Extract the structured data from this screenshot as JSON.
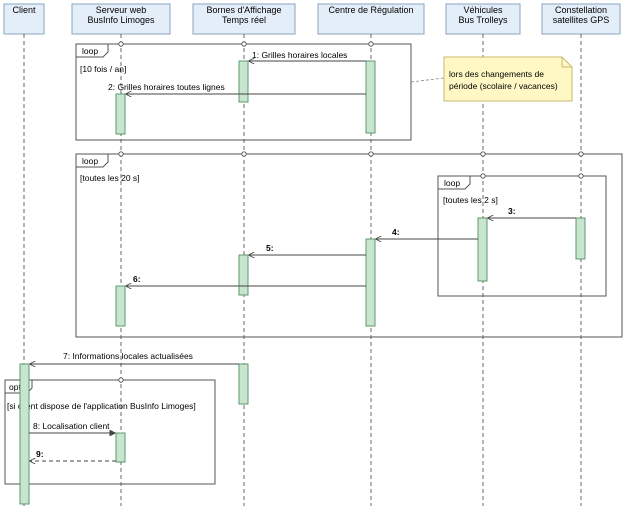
{
  "participants": [
    {
      "id": "client",
      "lines": [
        "Client"
      ]
    },
    {
      "id": "serveur",
      "lines": [
        "Serveur web",
        "BusInfo Limoges"
      ]
    },
    {
      "id": "bornes",
      "lines": [
        "Bornes d'Affichage",
        "Temps réel"
      ]
    },
    {
      "id": "centre",
      "lines": [
        "Centre de Régulation"
      ]
    },
    {
      "id": "vehicules",
      "lines": [
        "Véhicules",
        "Bus Trolleys"
      ]
    },
    {
      "id": "gps",
      "lines": [
        "Constellation",
        "satellites GPS"
      ]
    }
  ],
  "fragments": [
    {
      "id": "loop-1",
      "operator": "loop",
      "guard": "[10 fois / an]"
    },
    {
      "id": "loop-2",
      "operator": "loop",
      "guard": "[toutes les 20 s]"
    },
    {
      "id": "loop-3",
      "operator": "loop",
      "guard": "[toutes les 2 s]"
    },
    {
      "id": "opt-1",
      "operator": "opt",
      "guard": "[si client dispose de l'application BusInfo Limoges]"
    }
  ],
  "messages": [
    {
      "id": "m1",
      "label": "1: Grilles horaires locales"
    },
    {
      "id": "m2",
      "label": "2: Grilles horaires toutes lignes"
    },
    {
      "id": "m3",
      "label": "3:"
    },
    {
      "id": "m4",
      "label": "4:"
    },
    {
      "id": "m5",
      "label": "5:"
    },
    {
      "id": "m6",
      "label": "6:"
    },
    {
      "id": "m7",
      "label": "7: Informations locales actualisées"
    },
    {
      "id": "m8",
      "label": "8: Localisation client"
    },
    {
      "id": "m9",
      "label": "9:"
    }
  ],
  "note": {
    "lines": [
      "lors des changements de",
      "période (scolaire / vacances)"
    ]
  },
  "colors": {
    "activation_fill": "#c8e6cf",
    "activation_stroke": "#4f8f63",
    "note_fill": "#fff8c4",
    "note_stroke": "#c9b870",
    "header_fill": "#e4eef8",
    "header_stroke": "#8aa4c0",
    "line": "#444444"
  }
}
